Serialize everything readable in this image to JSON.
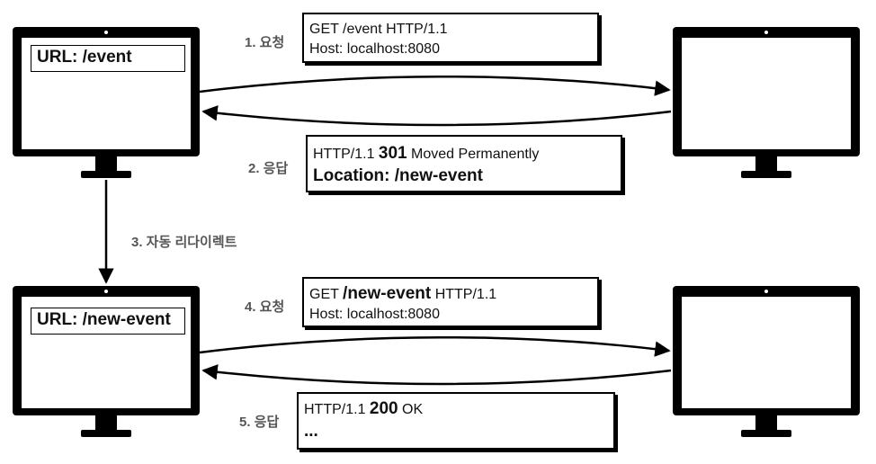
{
  "top": {
    "client_url": "URL: /event",
    "request": {
      "step": "1. 요청",
      "line1": "GET /event HTTP/1.1",
      "line2": "Host: localhost:8080"
    },
    "response": {
      "step": "2. 응답",
      "line1_prefix": "HTTP/1.1 ",
      "line1_code": "301",
      "line1_suffix": " Moved Permanently",
      "line2": "Location: /new-event"
    }
  },
  "redirect_step": "3. 자동 리다이렉트",
  "bottom": {
    "client_url": "URL: /new-event",
    "request": {
      "step": "4. 요청",
      "line1_prefix": "GET ",
      "line1_path": "/new-event",
      "line1_suffix": " HTTP/1.1",
      "line2": "Host: localhost:8080"
    },
    "response": {
      "step": "5. 응답",
      "line1_prefix": "HTTP/1.1 ",
      "line1_code": "200",
      "line1_suffix": " OK",
      "line2": "..."
    }
  }
}
